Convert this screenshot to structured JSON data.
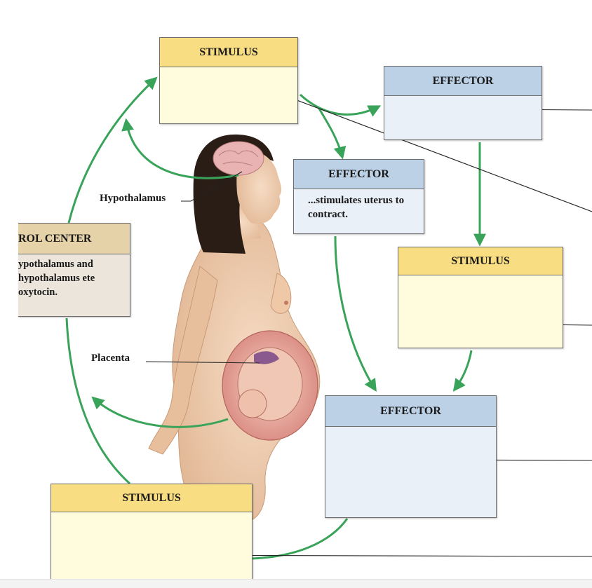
{
  "boxes": {
    "stimulus_top": {
      "header": "STIMULUS",
      "body": ""
    },
    "effector_top_right": {
      "header": "EFFECTOR",
      "body": ""
    },
    "effector_center": {
      "header": "EFFECTOR",
      "body": "...stimulates uterus to contract."
    },
    "stimulus_right": {
      "header": "STIMULUS",
      "body": ""
    },
    "control_center": {
      "header": "ROL CENTER",
      "body": "ypothalamus and hypothalamus ete oxytocin."
    },
    "effector_bottom_right": {
      "header": "EFFECTOR",
      "body": ""
    },
    "stimulus_bottom": {
      "header": "STIMULUS",
      "body": ""
    }
  },
  "labels": {
    "hypothalamus": "Hypothalamus",
    "placenta": "Placenta"
  },
  "colors": {
    "arrow_green": "#3aa35a",
    "stimulus_header": "#f9dd82",
    "stimulus_body": "#fffbdd",
    "effector_header": "#bcd0e6",
    "effector_body": "#e9f0f8",
    "control_header": "#e5d2a8",
    "control_body": "#ebe5dc"
  }
}
